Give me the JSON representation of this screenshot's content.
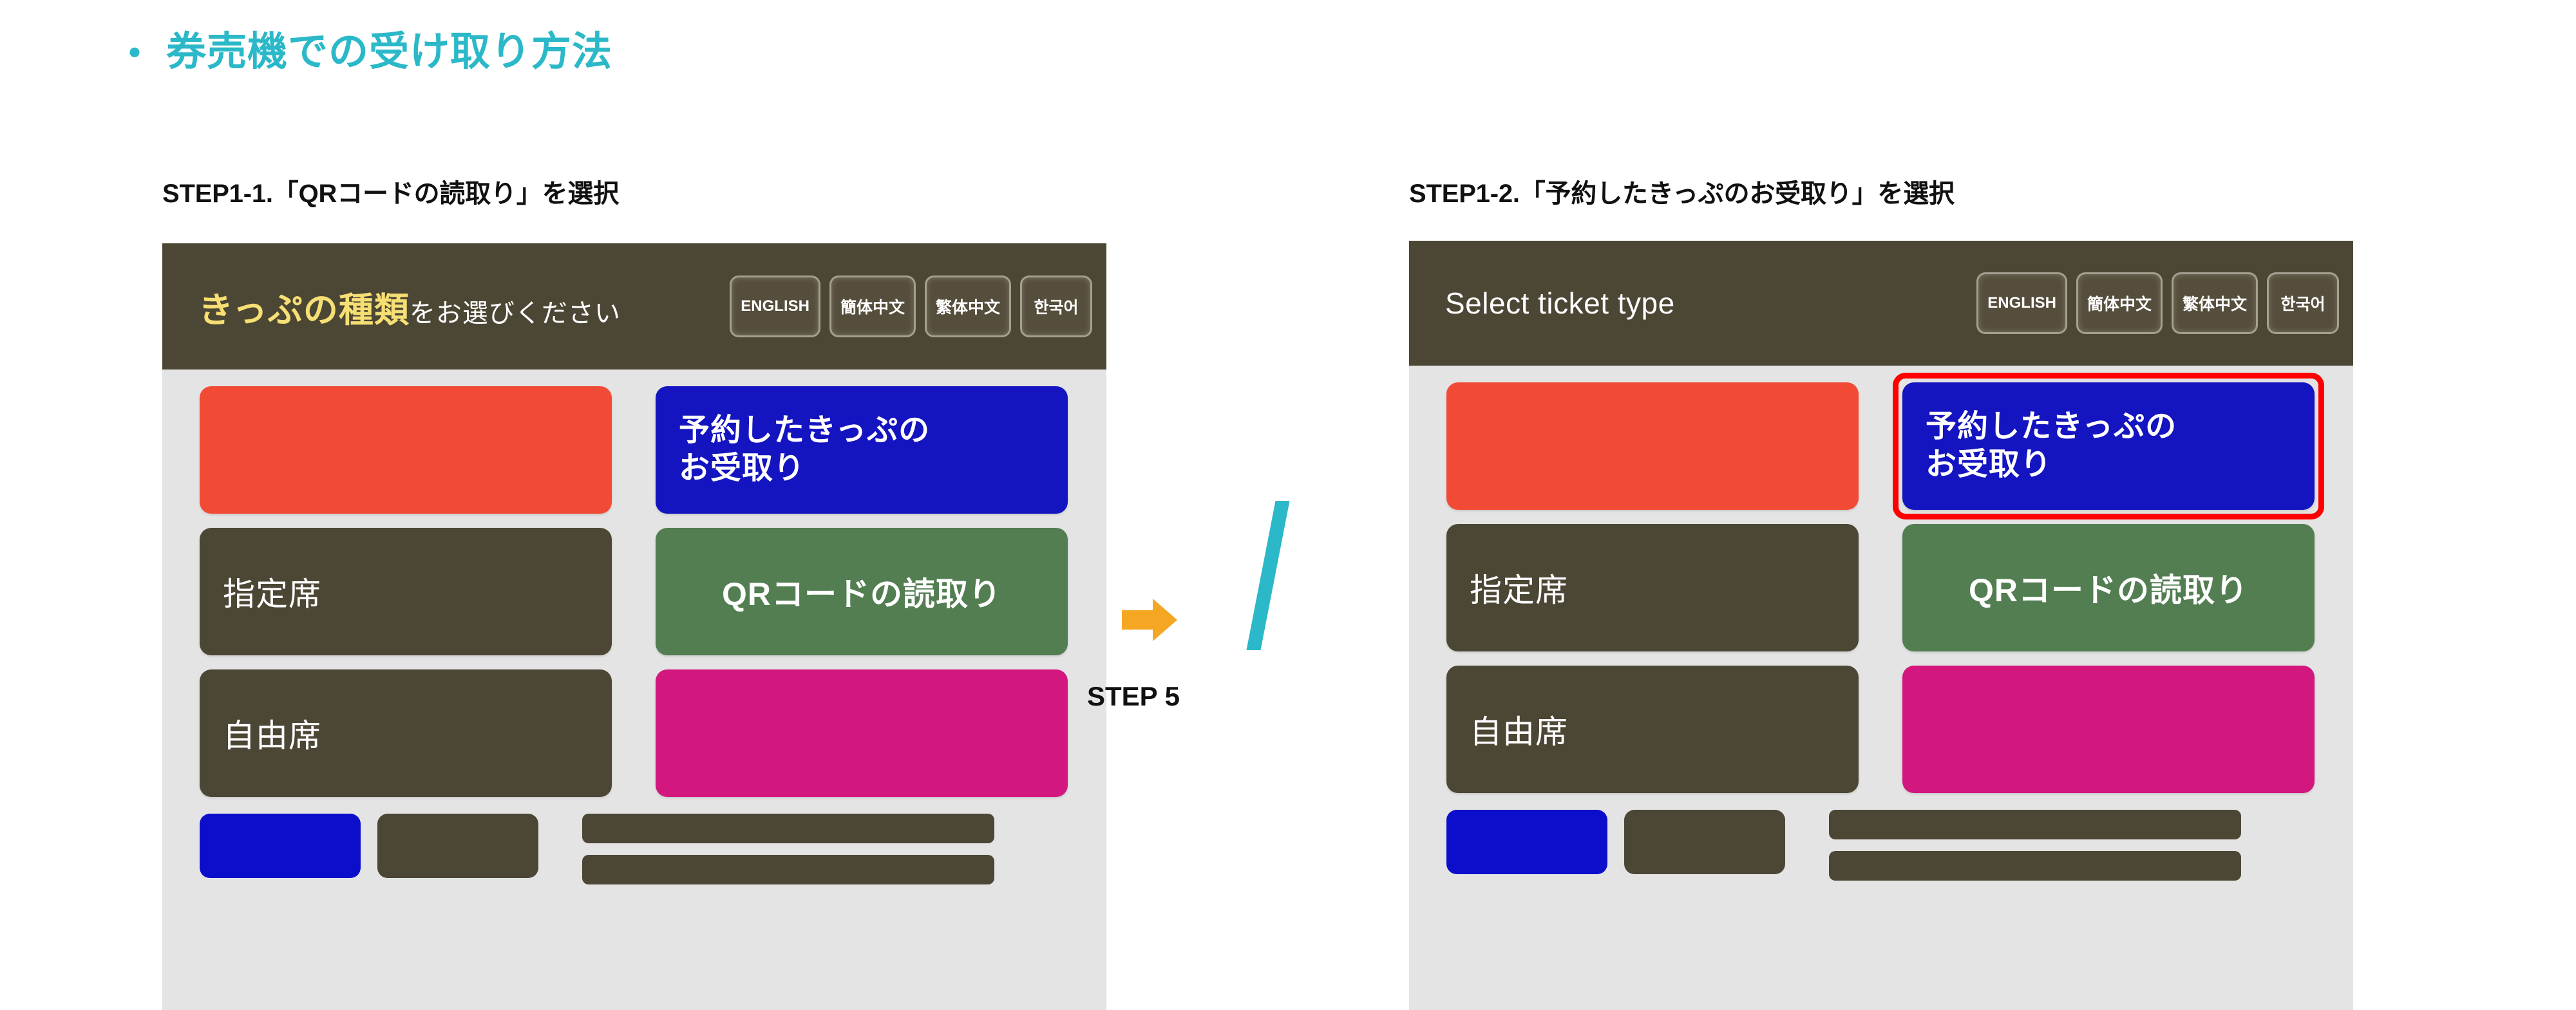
{
  "slide": {
    "bullet": "・",
    "title": "券売機での受け取り方法",
    "title_color": "#2BB8C8"
  },
  "steps": {
    "left_heading": "STEP1-1.「QRコードの読取り」を選択",
    "right_heading": "STEP1-2.「予約したきっぷのお受取り」を選択",
    "transition_label": "STEP 5",
    "arrow_color": "#F5A623",
    "slash_color": "#2BB8C8"
  },
  "kiosk_left": {
    "header": {
      "title_keyword": "きっぷの種類",
      "title_rest": "をお選びください",
      "keyword_color": "#F6DF73",
      "bg_color": "#4C4635",
      "lang_buttons": [
        {
          "label": "ENGLISH",
          "lang": "en"
        },
        {
          "label": "簡体中文",
          "lang": "zh-hans"
        },
        {
          "label": "繁体中文",
          "lang": "zh-hant"
        },
        {
          "label": "한국어",
          "lang": "ko"
        }
      ]
    },
    "buttons": {
      "r1c1": {
        "label": "",
        "color": "#F24B35"
      },
      "r1c2": {
        "label_line1": "予約したきっぷの",
        "label_line2": "お受取り",
        "color": "#1414C0"
      },
      "r2c1": {
        "label": "指定席",
        "color": "#4C4635"
      },
      "r2c2": {
        "label": "QRコードの読取り",
        "color": "#527E51",
        "highlight": "#F5A623"
      },
      "r3c1": {
        "label": "自由席",
        "color": "#4C4635"
      },
      "r3c2": {
        "label": "",
        "color": "#D2177F"
      },
      "b1": {
        "label": "",
        "color": "#0D0DCC"
      },
      "b2": {
        "label": "",
        "color": "#4C4635"
      },
      "bar1": {
        "label": "",
        "color": "#4C4635"
      },
      "bar2": {
        "label": "",
        "color": "#4C4635"
      }
    }
  },
  "kiosk_right": {
    "header": {
      "title": "Select ticket type",
      "bg_color": "#4C4635",
      "lang_buttons": [
        {
          "label": "ENGLISH",
          "lang": "en"
        },
        {
          "label": "簡体中文",
          "lang": "zh-hans"
        },
        {
          "label": "繁体中文",
          "lang": "zh-hant"
        },
        {
          "label": "한국어",
          "lang": "ko"
        }
      ]
    },
    "buttons": {
      "r1c1": {
        "label": "",
        "color": "#F24B35"
      },
      "r1c2": {
        "label_line1": "予約したきっぷの",
        "label_line2": "お受取り",
        "color": "#1414C0",
        "highlight": "#FF0000"
      },
      "r2c1": {
        "label": "指定席",
        "color": "#4C4635"
      },
      "r2c2": {
        "label": "QRコードの読取り",
        "color": "#527E51"
      },
      "r3c1": {
        "label": "自由席",
        "color": "#4C4635"
      },
      "r3c2": {
        "label": "",
        "color": "#D2177F"
      },
      "b1": {
        "label": "",
        "color": "#0D0DCC"
      },
      "b2": {
        "label": "",
        "color": "#4C4635"
      },
      "bar1": {
        "label": "",
        "color": "#4C4635"
      },
      "bar2": {
        "label": "",
        "color": "#4C4635"
      }
    }
  }
}
